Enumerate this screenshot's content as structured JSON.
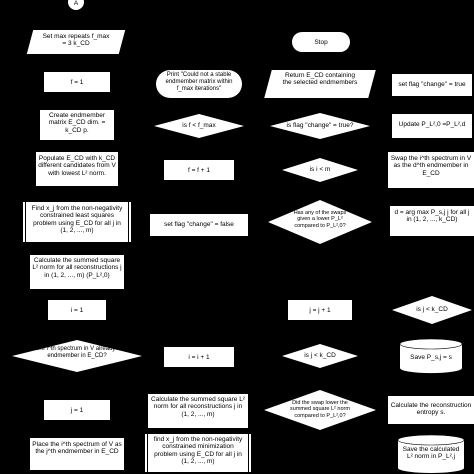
{
  "start": {
    "label": "A"
  },
  "col1": {
    "set_max": "Set max repeats f_max = 3 k_CD",
    "f_init": "f = 1",
    "create": "Create endmember matrix E_CD dim. = k_CD p.",
    "populate": "Populate E_CD with k_CD different candidates from V with lowest L² norm.",
    "find_xj": "Find x_j from the non-negativity constrained least squares problem using E_CD for all j in (1, 2, ..., m)",
    "calc_sum": "Calculate the summed square L² norm for all reconstructions j in (1, 2, ..., m) (P_L²,0)",
    "i_init": "i = 1",
    "is_already": "Is the i^th spectrum in V already an endmember in E_CD?",
    "j_init": "j = 1",
    "place": "Place the i^th spectrum of V as the j^th endmember in E_CD"
  },
  "col2": {
    "print": "Print \"Could not a stable endmember matrix within f_max iterations\"",
    "is_f": "is f < f_max",
    "f_inc": "f = f + 1",
    "set_false": "set flag \"change\" = false",
    "i_inc": "i = i + 1",
    "calc_sum2": "Calculate the summed square L² norm for all reconstructions j in (1, 2, ..., m)",
    "find_xj2": "find x_j from the non-negativity constrained minimization problem using E_CD for all j in (1, 2, ..., m)"
  },
  "col3": {
    "stop": "Stop",
    "return": "Return E_CD containing the selected endmembers",
    "is_change": "is flag \"change\" = true?",
    "is_i": "is i < m",
    "has_any": "Has any of the swaps given a lower P_L² compared to P_L²,0?",
    "j_inc": "j = j + 1",
    "is_j": "is j < k_CD",
    "did_swap": "Did the swap lower the summed square L² norm compared to P_L²,0?"
  },
  "col4": {
    "set_true": "set flag \"change\" = true",
    "update": "Update P_L²,0 =P_L²,d",
    "swap": "Swap the i^th spectrum in V as the d^th endmember in E_CD",
    "argmax": "d = arg max P_s,j j for all j in (1, 2, ..., k_CD)",
    "is_j2": "is j < k_CD",
    "save": "Save P_s,j = s",
    "calc_entropy": "Calculate the reconstruction entropy s.",
    "save_calc": "Save the calculated L² norm in P_L²,j"
  }
}
